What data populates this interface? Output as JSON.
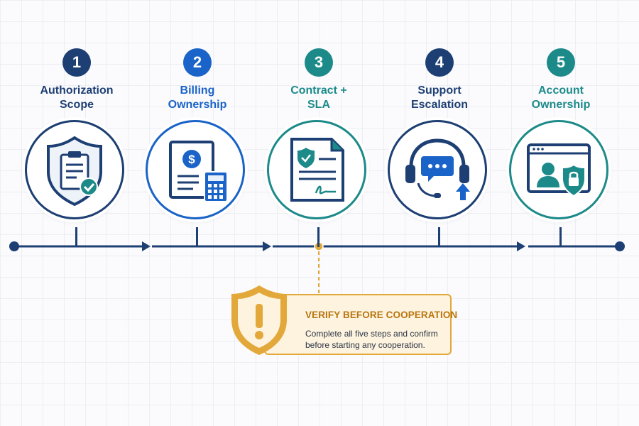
{
  "steps": [
    {
      "number": "1",
      "title_line1": "Authorization",
      "title_line2": "Scope",
      "icon": "shield-clipboard-icon",
      "color": "#1d3f73",
      "title_color": "#1d3f73"
    },
    {
      "number": "2",
      "title_line1": "Billing",
      "title_line2": "Ownership",
      "icon": "invoice-calculator-icon",
      "color": "#1a63c8",
      "title_color": "#1a63c8"
    },
    {
      "number": "3",
      "title_line1": "Contract +",
      "title_line2": "SLA",
      "icon": "signed-contract-icon",
      "color": "#1d8a8a",
      "title_color": "#1d8a8a"
    },
    {
      "number": "4",
      "title_line1": "Support",
      "title_line2": "Escalation",
      "icon": "headset-escalation-icon",
      "color": "#1d3f73",
      "title_color": "#1d3f73"
    },
    {
      "number": "5",
      "title_line1": "Account",
      "title_line2": "Ownership",
      "icon": "account-lock-icon",
      "color": "#1d8a8a",
      "title_color": "#1d8a8a"
    }
  ],
  "warning": {
    "title": "VERIFY BEFORE COOPERATION",
    "text": "Complete all five steps and confirm before starting any cooperation.",
    "icon": "warning-shield-icon"
  },
  "colors": {
    "navy": "#1d3f73",
    "blue": "#1a63c8",
    "teal": "#1d8a8a",
    "orange": "#e3a83a"
  }
}
